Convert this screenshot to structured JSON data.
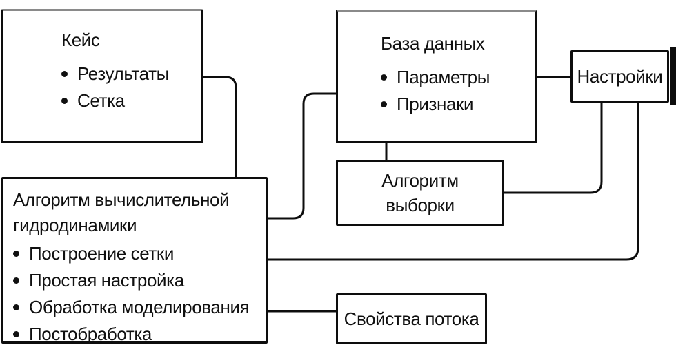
{
  "colors": {
    "background": "#ffffff",
    "line": "#0d0d0d",
    "box_fill": "#ffffff",
    "text": "#101010"
  },
  "boxes": {
    "case": {
      "title": "Кейс",
      "items": [
        "Результаты",
        "Сетка"
      ]
    },
    "database": {
      "title": "База данных",
      "items": [
        "Параметры",
        "Признаки"
      ]
    },
    "settings": {
      "title": "Настройки"
    },
    "sampling": {
      "title": "Алгоритм выборки"
    },
    "cfd": {
      "title": "Алгоритм вычислительной гидродинамики",
      "items": [
        "Построение сетки",
        "Простая настройка",
        "Обработка моделирования",
        "Постобработка"
      ]
    },
    "flow": {
      "title": "Свойства потока"
    }
  },
  "connections": [
    {
      "between": [
        "case",
        "cfd"
      ]
    },
    {
      "between": [
        "cfd",
        "database"
      ]
    },
    {
      "between": [
        "database",
        "sampling"
      ]
    },
    {
      "between": [
        "database",
        "settings"
      ]
    },
    {
      "between": [
        "sampling",
        "settings"
      ]
    },
    {
      "between": [
        "settings",
        "cfd"
      ]
    },
    {
      "between": [
        "cfd",
        "flow"
      ]
    }
  ]
}
